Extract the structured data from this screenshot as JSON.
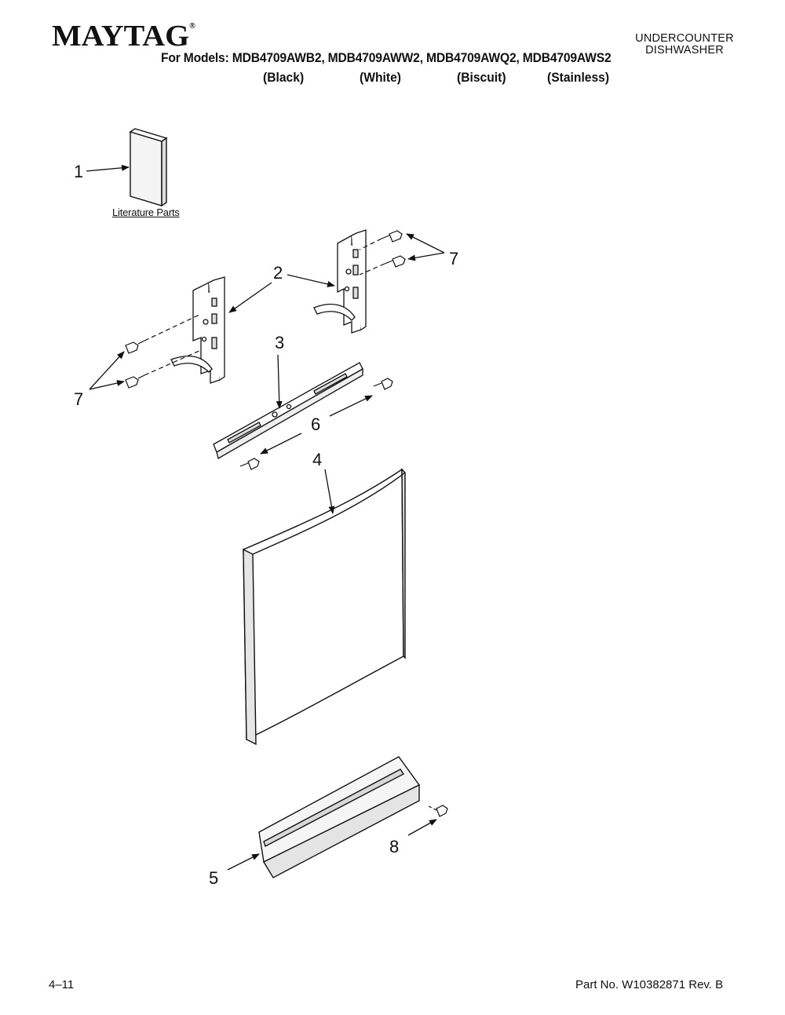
{
  "header": {
    "brand": "MAYTAG",
    "trademark": "®",
    "product_type_line1": "UNDERCOUNTER",
    "product_type_line2": "DISHWASHER",
    "models_line": "For Models: MDB4709AWB2, MDB4709AWW2, MDB4709AWQ2, MDB4709AWS2",
    "colors": [
      "(Black)",
      "(White)",
      "(Biscuit)",
      "(Stainless)"
    ]
  },
  "diagram": {
    "literature_label": "Literature Parts",
    "callouts": {
      "c1": "1",
      "c2": "2",
      "c3": "3",
      "c4": "4",
      "c5": "5",
      "c6": "6",
      "c7a": "7",
      "c7b": "7",
      "c8": "8"
    }
  },
  "footer": {
    "page": "4–11",
    "part_no": "Part No. W10382871 Rev. B"
  }
}
